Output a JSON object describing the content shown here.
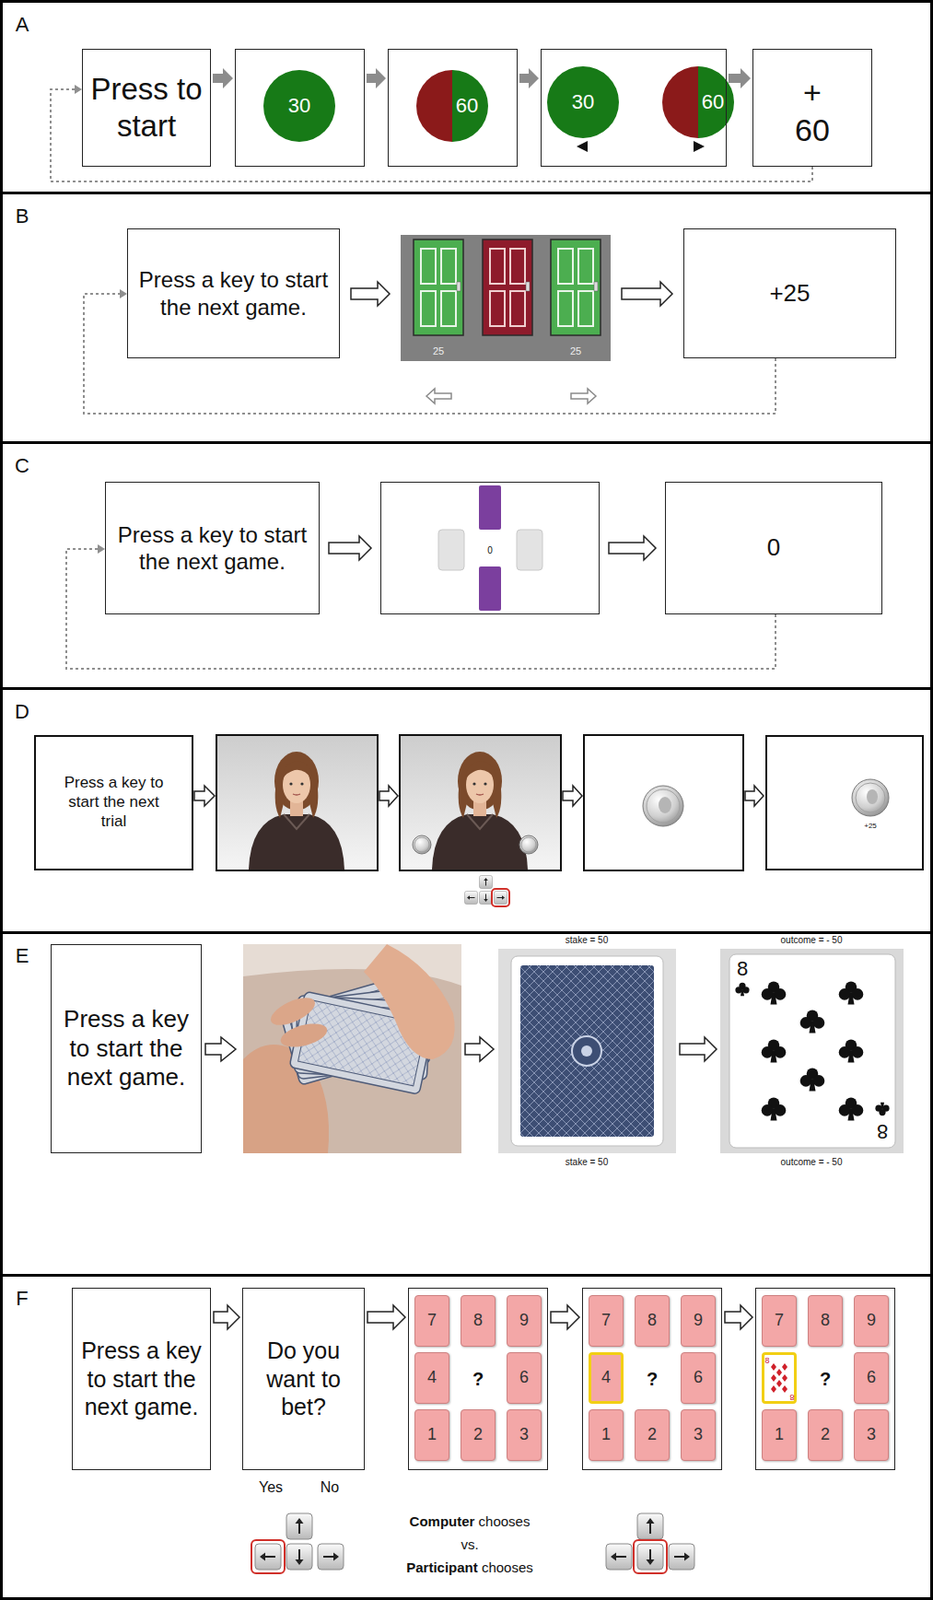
{
  "diagram": {
    "nodes": [
      {
        "text": [
          "A"
        ]
      },
      {
        "text": [
          "Press to start"
        ],
        "in": 0
      },
      {
        "text": [
          "30"
        ],
        "in": 0
      },
      {
        "text": [
          "60"
        ],
        "in": 0
      },
      {
        "text": [
          "30",
          "60"
        ],
        "in": 0
      },
      {
        "text": [
          "+",
          "60"
        ],
        "in": 0
      },
      {
        "text": [
          "B"
        ]
      },
      {
        "text": [
          "Press a key to start the next game."
        ],
        "in": 6
      },
      {
        "text": [
          "25",
          "25"
        ],
        "in": 6
      },
      {
        "text": [
          "+25"
        ],
        "in": 6
      },
      {
        "text": [
          "C"
        ]
      },
      {
        "text": [
          "Press a key to start the next game."
        ],
        "in": 10
      },
      {
        "text": [
          "0"
        ],
        "in": 10
      },
      {
        "text": [
          "0"
        ],
        "in": 10
      },
      {
        "text": [
          "D"
        ]
      },
      {
        "text": [
          "Press a key to start the next trial"
        ],
        "in": 14
      },
      {
        "text": [
          "+25"
        ],
        "in": 14
      },
      {
        "text": [
          "E"
        ]
      },
      {
        "text": [
          "Press a key to start the next game."
        ],
        "in": 17
      },
      {
        "text": [
          "stake = 50",
          "stake = 50"
        ],
        "in": 17
      },
      {
        "text": [
          "outcome = - 50",
          "8",
          "8",
          "outcome = - 50"
        ],
        "in": 17
      },
      {
        "text": [
          "F"
        ]
      },
      {
        "text": [
          "Press a key to start the next game."
        ],
        "in": 21
      },
      {
        "text": [
          "Do you want to bet?"
        ],
        "in": 21
      },
      {
        "text": [
          "?"
        ],
        "in": 21
      },
      {
        "text": [
          "7"
        ],
        "in": 24
      },
      {
        "text": [
          "8"
        ],
        "in": 24
      },
      {
        "text": [
          "9"
        ],
        "in": 24
      },
      {
        "text": [
          "4"
        ],
        "in": 24
      },
      {
        "text": [
          "6"
        ],
        "in": 24
      },
      {
        "text": [
          "1"
        ],
        "in": 24
      },
      {
        "text": [
          "2"
        ],
        "in": 24
      },
      {
        "text": [
          "3"
        ],
        "in": 24
      },
      {
        "text": [
          "?"
        ],
        "in": 21
      },
      {
        "text": [
          "7"
        ],
        "in": 33
      },
      {
        "text": [
          "8"
        ],
        "in": 33
      },
      {
        "text": [
          "9"
        ],
        "in": 33
      },
      {
        "text": [
          "4"
        ],
        "in": 33
      },
      {
        "text": [
          "6"
        ],
        "in": 33
      },
      {
        "text": [
          "1"
        ],
        "in": 33
      },
      {
        "text": [
          "2"
        ],
        "in": 33
      },
      {
        "text": [
          "3"
        ],
        "in": 33
      },
      {
        "text": [
          "?"
        ],
        "in": 21
      },
      {
        "text": [
          "7"
        ],
        "in": 42
      },
      {
        "text": [
          "8"
        ],
        "in": 42
      },
      {
        "text": [
          "9"
        ],
        "in": 42
      },
      {
        "text": [
          "8",
          "8"
        ],
        "in": 42
      },
      {
        "text": [
          "6"
        ],
        "in": 42
      },
      {
        "text": [
          "1"
        ],
        "in": 42
      },
      {
        "text": [
          "2"
        ],
        "in": 42
      },
      {
        "text": [
          "3"
        ],
        "in": 42
      }
    ],
    "edges": [
      {
        "from": 1,
        "to": 2,
        "arrow": "to"
      },
      {
        "from": 2,
        "to": 3,
        "arrow": "to"
      },
      {
        "from": 3,
        "to": 4,
        "arrow": "to"
      },
      {
        "from": 4,
        "to": 5,
        "arrow": "to"
      },
      {
        "from": 5,
        "to": 1,
        "arrow": "to"
      },
      {
        "from": 7,
        "to": 8,
        "arrow": "to"
      },
      {
        "from": 8,
        "to": 9,
        "arrow": "to"
      },
      {
        "from": 9,
        "to": 7,
        "arrow": "to"
      },
      {
        "from": 11,
        "to": 12,
        "arrow": "to"
      },
      {
        "from": 12,
        "to": 13,
        "arrow": "to"
      },
      {
        "from": 13,
        "to": 11,
        "arrow": "to"
      },
      {
        "from": 19,
        "to": 20,
        "arrow": "to"
      },
      {
        "from": 22,
        "to": 23,
        "arrow": "to"
      },
      {
        "from": 23,
        "to": 24,
        "arrow": "to"
      },
      {
        "from": 24,
        "to": 33,
        "arrow": "to"
      },
      {
        "from": 33,
        "to": 42,
        "arrow": "to"
      }
    ],
    "labels": [
      "Yes",
      "No",
      "Computer",
      "chooses",
      "vs.",
      "Participant",
      "chooses"
    ]
  }
}
